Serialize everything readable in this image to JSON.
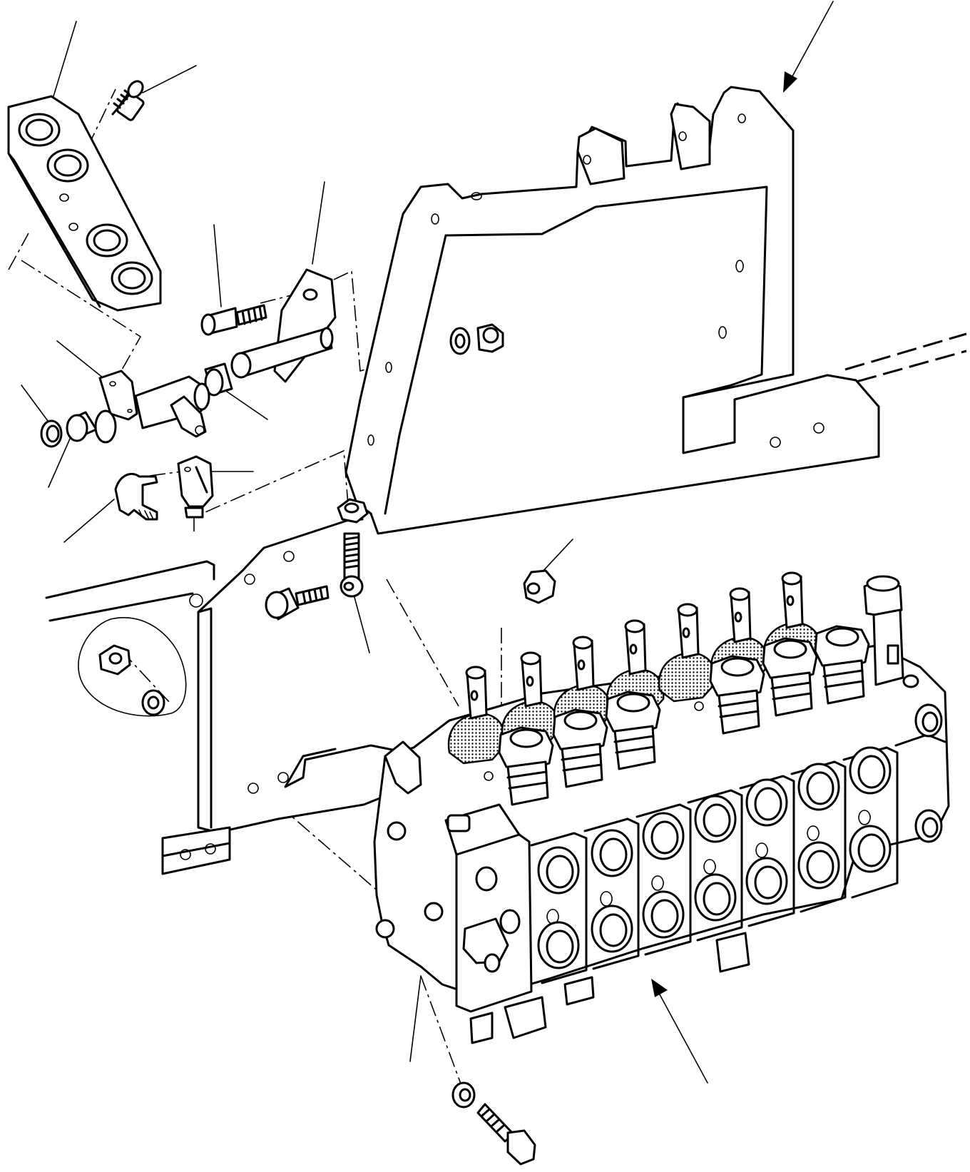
{
  "diagram": {
    "kind": "exploded-parts-drawing",
    "text_labels": [],
    "colors": {
      "line": "#000000",
      "background": "#ffffff"
    },
    "parts": [
      {
        "name": "mounting-plate-with-four-bores"
      },
      {
        "name": "socket-head-screw"
      },
      {
        "name": "pivot-lever-bracket"
      },
      {
        "name": "pivot-pin-shaft"
      },
      {
        "name": "bushing"
      },
      {
        "name": "circlip"
      },
      {
        "name": "spring-clip"
      },
      {
        "name": "clevis-fork"
      },
      {
        "name": "hex-bolt"
      },
      {
        "name": "flat-washer"
      },
      {
        "name": "hex-nut"
      },
      {
        "name": "threaded-rod-eye"
      },
      {
        "name": "support-frame"
      },
      {
        "name": "control-valve-block"
      },
      {
        "name": "cover-plate"
      },
      {
        "name": "rubber-clamp"
      }
    ]
  }
}
